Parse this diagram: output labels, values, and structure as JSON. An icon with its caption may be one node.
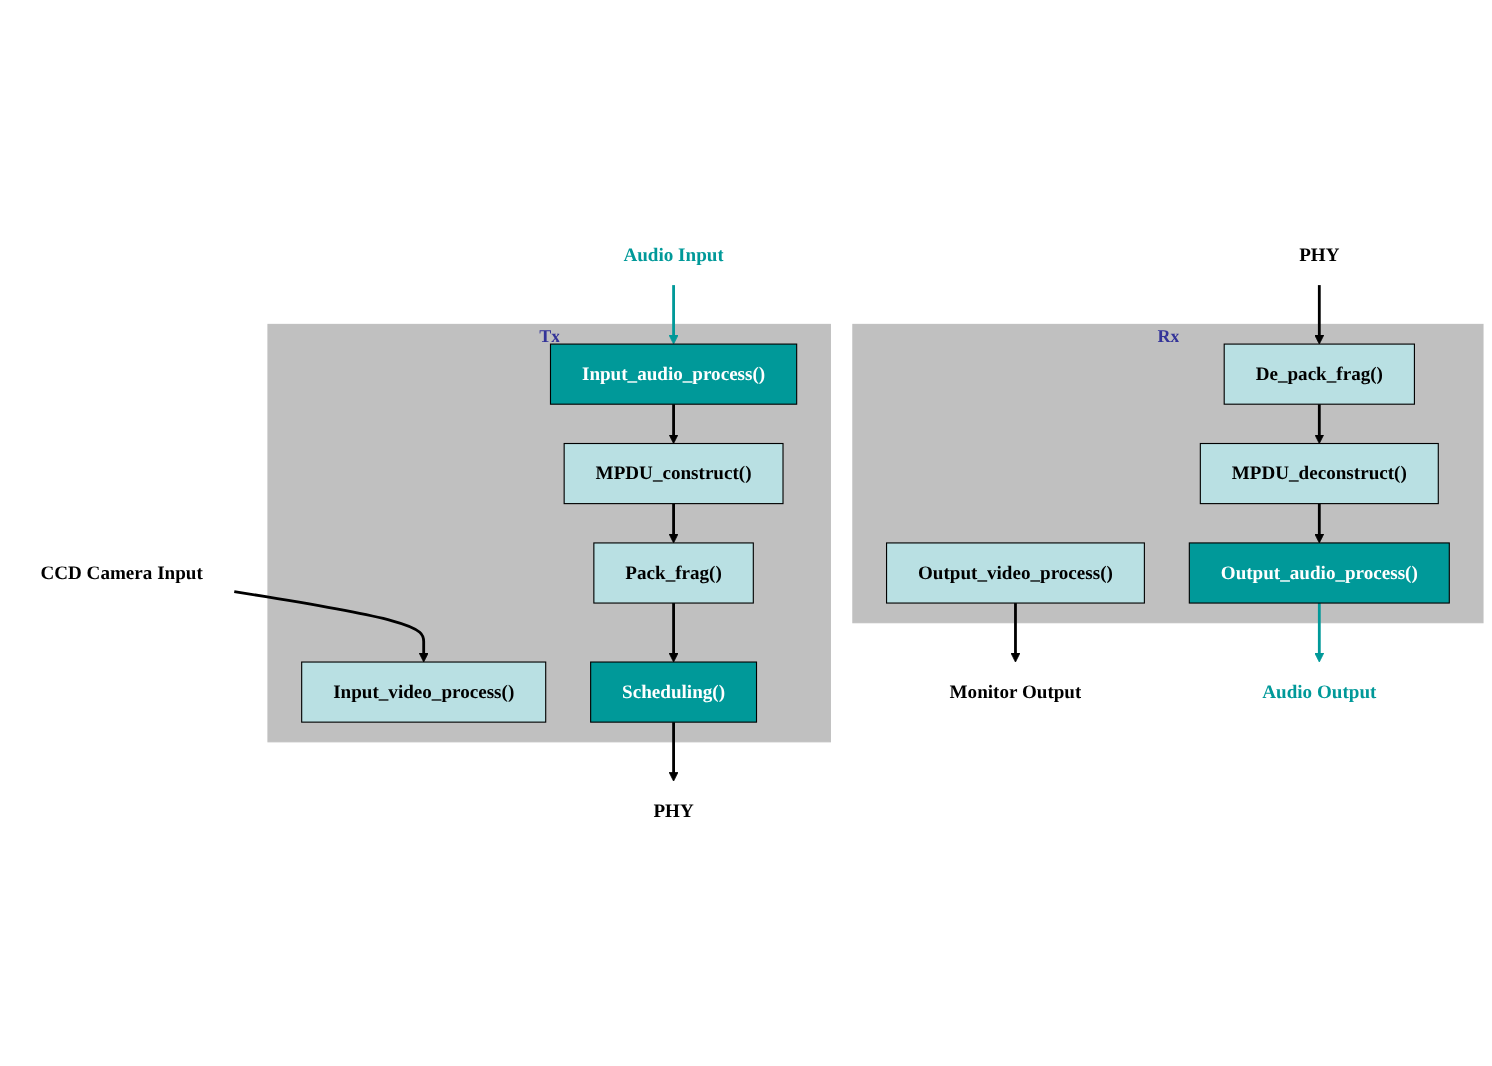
{
  "diagram": {
    "nodes": [
      {
        "text": [
          "CCD Camera Input"
        ]
      },
      {
        "text": [
          "Audio Input"
        ]
      },
      {
        "text": [
          "Tx"
        ]
      },
      {
        "text": [
          "Input_video_process()"
        ],
        "in": 2
      },
      {
        "text": [
          "Input_audio_process()"
        ],
        "in": 2
      },
      {
        "text": [
          "MPDU_construct()"
        ],
        "in": 2
      },
      {
        "text": [
          "Pack_frag()"
        ],
        "in": 2
      },
      {
        "text": [
          "Scheduling()"
        ],
        "in": 2
      },
      {
        "text": [
          "PHY"
        ]
      },
      {
        "text": [
          "Monitor Output"
        ]
      },
      {
        "text": [
          "Audio Output"
        ]
      },
      {
        "text": [
          "Rx"
        ]
      },
      {
        "text": [
          "Output_video_process()"
        ],
        "in": 11
      },
      {
        "text": [
          "Output_audio_process()"
        ],
        "in": 11
      },
      {
        "text": [
          "MPDU_deconstruct()"
        ],
        "in": 11
      },
      {
        "text": [
          "De_pack_frag()"
        ],
        "in": 11
      },
      {
        "text": [
          "PHY"
        ]
      }
    ],
    "edges": [
      {
        "from": 0,
        "to": 3,
        "arrow": "to"
      },
      {
        "from": 1,
        "to": 4,
        "arrow": "to",
        "color": "#009999"
      },
      {
        "from": 4,
        "to": 5,
        "arrow": "to"
      },
      {
        "from": 5,
        "to": 6,
        "arrow": "to"
      },
      {
        "from": 6,
        "to": 7,
        "arrow": "to"
      },
      {
        "from": 7,
        "to": 8,
        "arrow": "to"
      },
      {
        "from": 12,
        "to": 9,
        "arrow": "to"
      },
      {
        "from": 13,
        "to": 10,
        "arrow": "to",
        "color": "#009999"
      },
      {
        "from": 14,
        "to": 13,
        "arrow": "to"
      },
      {
        "from": 15,
        "to": 14,
        "arrow": "to"
      },
      {
        "from": 16,
        "to": 15,
        "arrow": "to"
      }
    ]
  }
}
